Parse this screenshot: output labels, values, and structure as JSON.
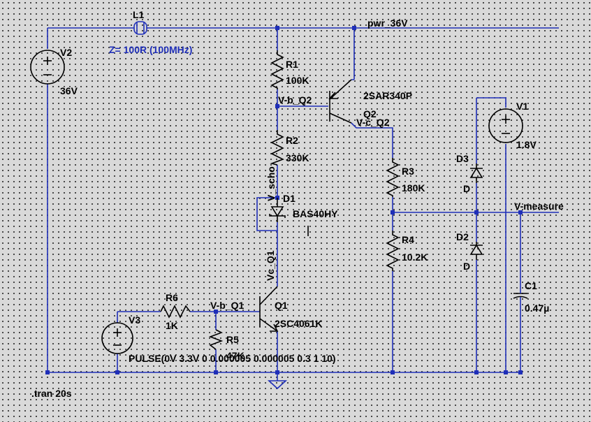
{
  "labels": {
    "l1_ref": "L1",
    "l1_value": "Z= 100R (100MHz)",
    "net_pwr": "pwr_36V",
    "v2_ref": "V2",
    "v2_value": "36V",
    "r1_ref": "R1",
    "r1_value": "100K",
    "net_vbq2": "V-b_Q2",
    "q2_model": "2SAR340P",
    "q2_ref": "Q2",
    "net_vcq2": "V-c_Q2",
    "v1_ref": "V1",
    "v1_value": "1.8V",
    "r2_ref": "R2",
    "r2_value": "330K",
    "d3_ref": "D3",
    "d3_model": "D",
    "r3_ref": "R3",
    "r3_value": "180K",
    "net_vscho": "V_scho",
    "d1_ref": "D1",
    "d1_model": "BAS40HY",
    "net_vmeasure": "V-measure",
    "d2_ref": "D2",
    "d2_model": "D",
    "r4_ref": "R4",
    "r4_value": "10.2K",
    "net_vcq1": "Vc_Q1",
    "c1_ref": "C1",
    "c1_value": "0.47µ",
    "r6_ref": "R6",
    "r6_value": "1K",
    "net_vbq1": "V-b_Q1",
    "q1_ref": "Q1",
    "q1_model": "2SC4061K",
    "v3_ref": "V3",
    "r5_ref": "R5",
    "r5_value": "47K",
    "v3_value": "PULSE(0V 3.3V 0 0.000005 0.000005 0.3 1 10)",
    "directive": ".tran 20s"
  },
  "colors": {
    "wire": "#1f2fb8",
    "component": "#000000",
    "background": "#d9d9d9"
  }
}
